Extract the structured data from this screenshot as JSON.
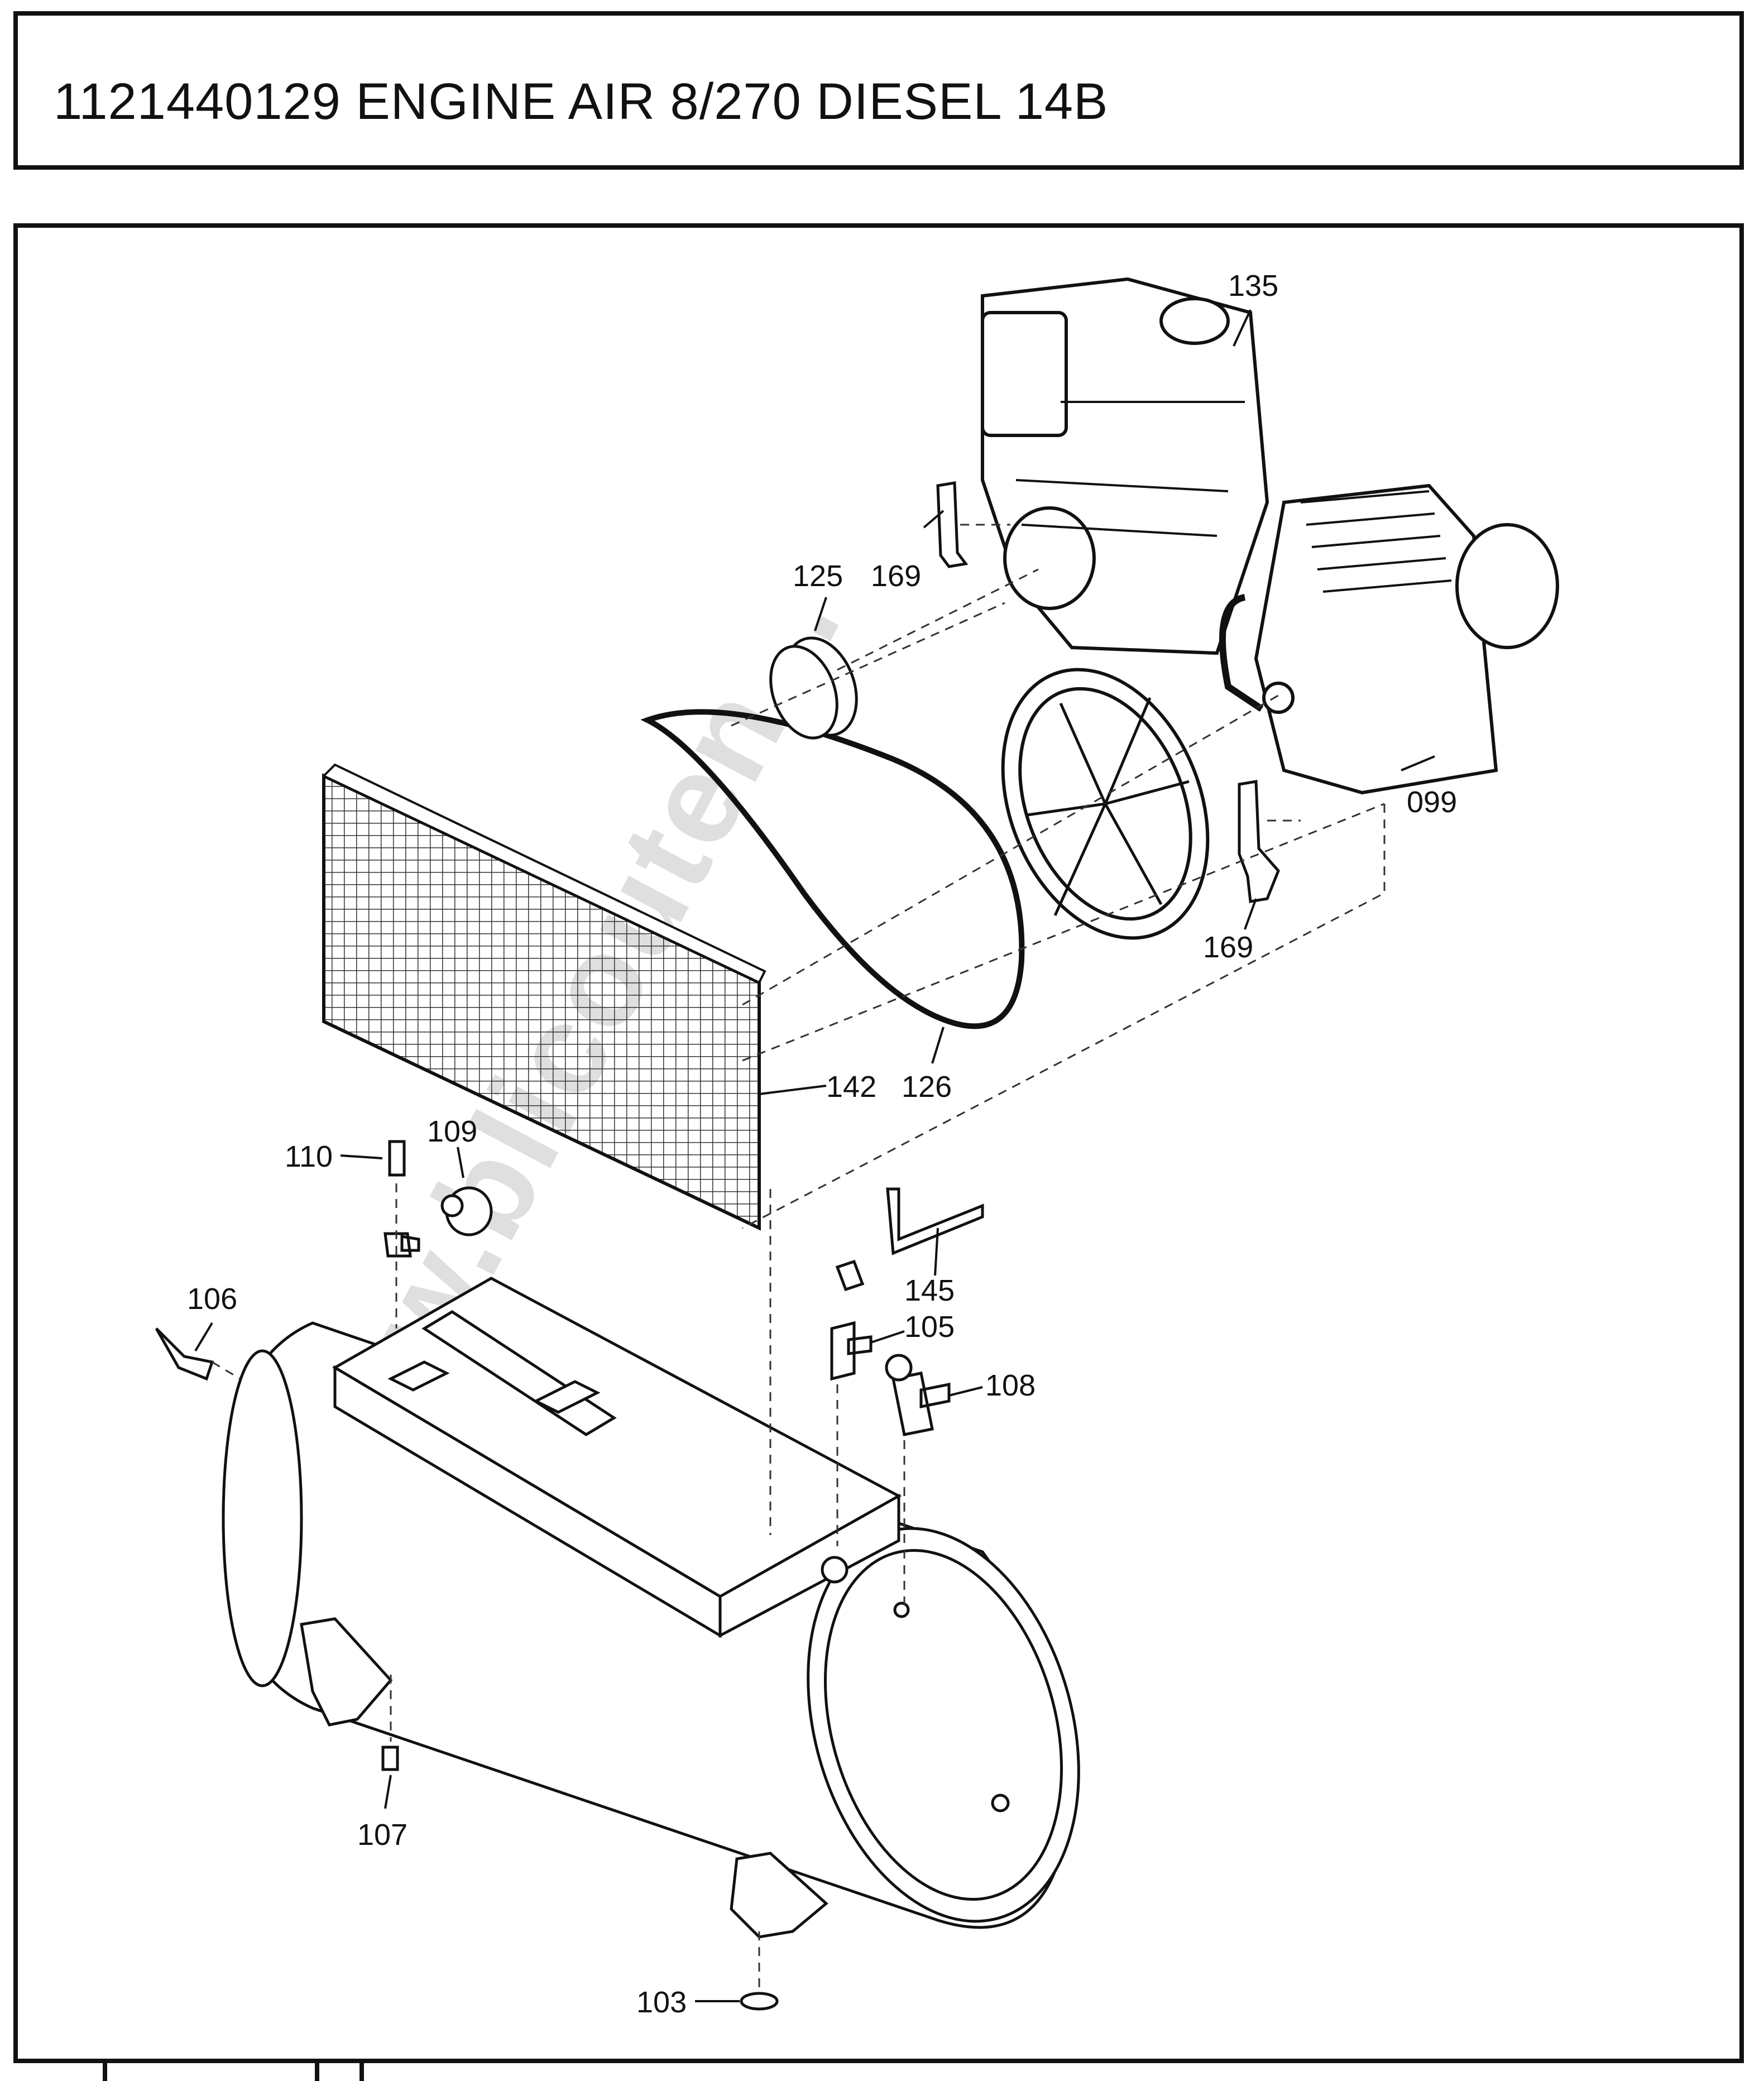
{
  "title": "1121440129 ENGINE AIR 8/270 DIESEL 14B",
  "watermark": "www.blicouten...",
  "callouts": {
    "c135": "135",
    "c125": "125",
    "c169a": "169",
    "c169b": "169",
    "c099": "099",
    "c142": "142",
    "c126": "126",
    "c110": "110",
    "c109": "109",
    "c106": "106",
    "c145": "145",
    "c105": "105",
    "c108": "108",
    "c107": "107",
    "c103": "103"
  },
  "parts": [
    {
      "ref": "135",
      "icon": "diesel-engine-icon"
    },
    {
      "ref": "125",
      "icon": "pulley-icon"
    },
    {
      "ref": "169",
      "icon": "bracket-icon"
    },
    {
      "ref": "099",
      "icon": "compressor-pump-icon"
    },
    {
      "ref": "142",
      "icon": "belt-guard-icon"
    },
    {
      "ref": "126",
      "icon": "v-belt-icon"
    },
    {
      "ref": "110",
      "icon": "nipple-icon"
    },
    {
      "ref": "109",
      "icon": "gauge-icon"
    },
    {
      "ref": "106",
      "icon": "ball-valve-icon"
    },
    {
      "ref": "145",
      "icon": "delivery-pipe-icon"
    },
    {
      "ref": "105",
      "icon": "check-valve-icon"
    },
    {
      "ref": "108",
      "icon": "pressure-switch-icon"
    },
    {
      "ref": "107",
      "icon": "drain-plug-icon"
    },
    {
      "ref": "103",
      "icon": "rubber-foot-icon"
    }
  ]
}
